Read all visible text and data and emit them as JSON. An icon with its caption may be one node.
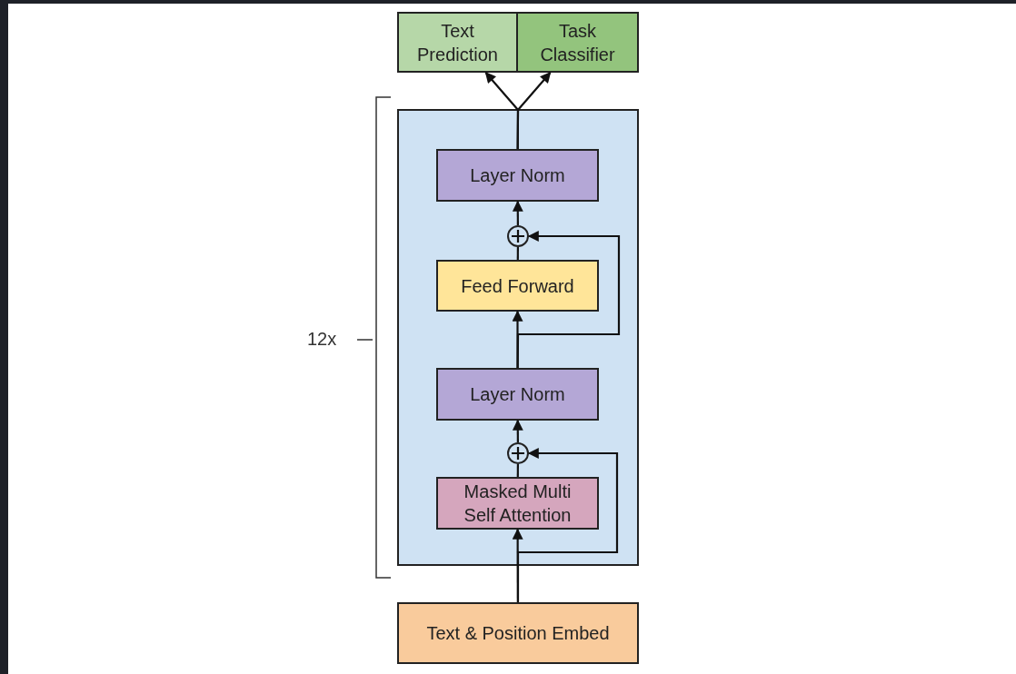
{
  "diagram": {
    "nodes": [
      {
        "text": [
          "Text Prediction"
        ]
      },
      {
        "text": [
          "Task Classifier"
        ]
      },
      {
        "text": [],
        "shape": "box"
      },
      {
        "text": [
          "Layer Norm"
        ],
        "in": 2
      },
      {
        "text": [],
        "shape": "circle",
        "in": 2
      },
      {
        "text": [
          "Feed Forward"
        ],
        "in": 2
      },
      {
        "text": [
          "Layer Norm"
        ],
        "in": 2
      },
      {
        "text": [],
        "shape": "circle",
        "in": 2
      },
      {
        "text": [
          "Masked Multi Self Attention"
        ],
        "in": 2
      },
      {
        "text": [
          "Text & Position Embed"
        ]
      }
    ],
    "edges": [
      {
        "from": 3,
        "to": 0,
        "arrow": "to"
      },
      {
        "from": 3,
        "to": 1,
        "arrow": "to"
      },
      {
        "from": 4,
        "to": 3,
        "arrow": "to"
      },
      {
        "from": 5,
        "to": 4,
        "arrow": "none"
      },
      {
        "from": 6,
        "to": 5,
        "arrow": "to"
      },
      {
        "from": 6,
        "to": 4,
        "arrow": "to"
      },
      {
        "from": 7,
        "to": 6,
        "arrow": "to"
      },
      {
        "from": 8,
        "to": 7,
        "arrow": "none"
      },
      {
        "from": 9,
        "to": 8,
        "arrow": "to"
      },
      {
        "from": 9,
        "to": 7,
        "arrow": "to"
      }
    ],
    "labels": [
      "12x"
    ]
  }
}
